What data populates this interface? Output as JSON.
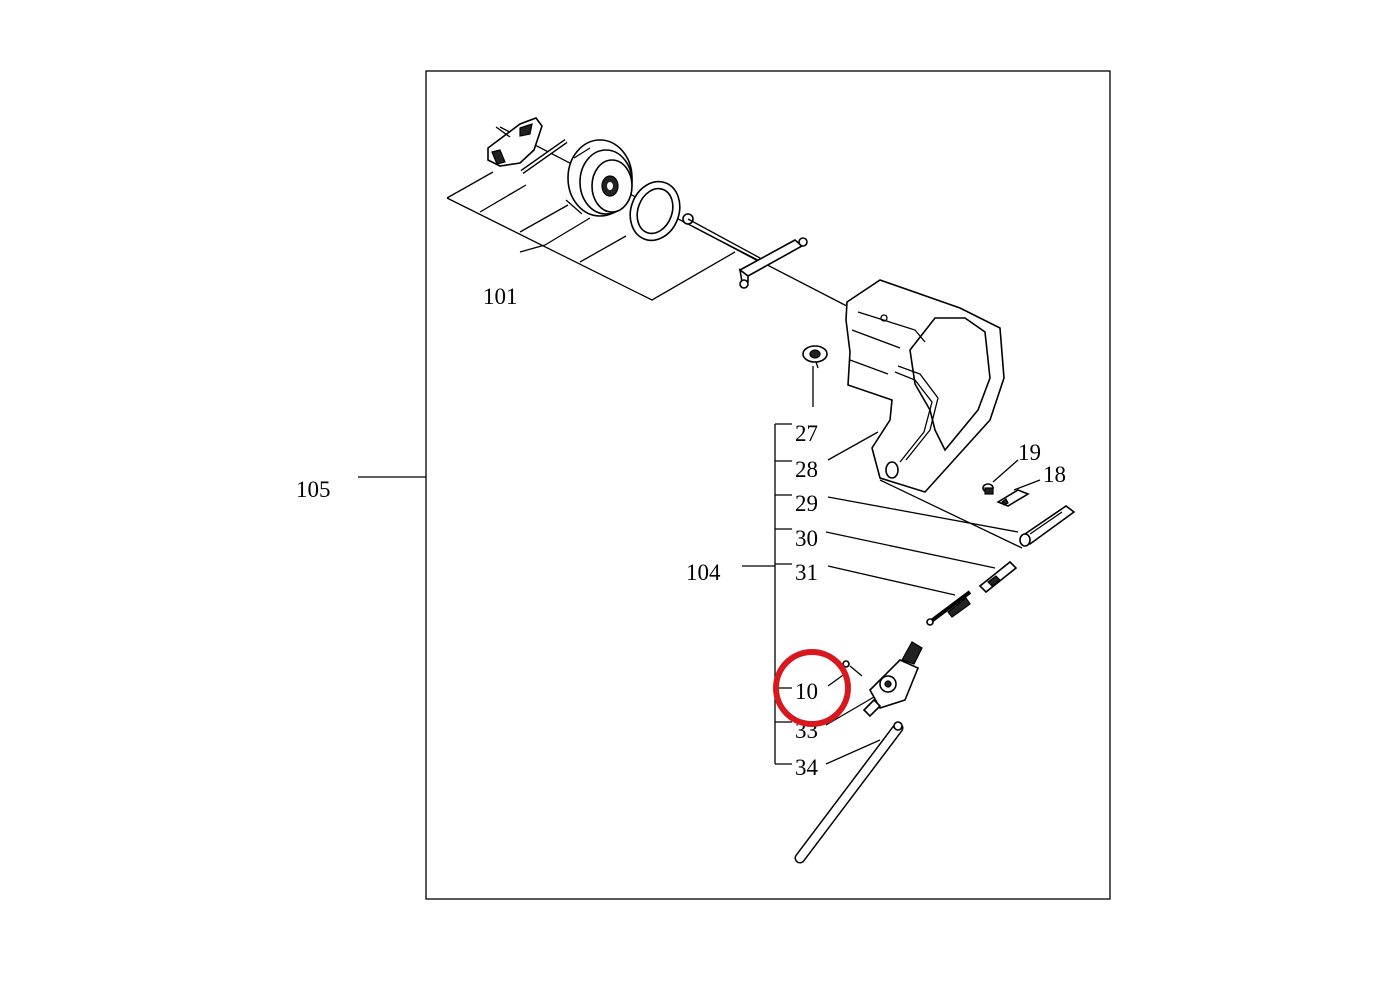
{
  "labels": {
    "assembly_105": "105",
    "assembly_101": "101",
    "assembly_104": "104",
    "part_27": "27",
    "part_28": "28",
    "part_29": "29",
    "part_30": "30",
    "part_31": "31",
    "part_10": "10",
    "part_33": "33",
    "part_34": "34",
    "part_19": "19",
    "part_18": "18"
  },
  "highlight": {
    "target_label": "10",
    "color": "#d7191f"
  }
}
